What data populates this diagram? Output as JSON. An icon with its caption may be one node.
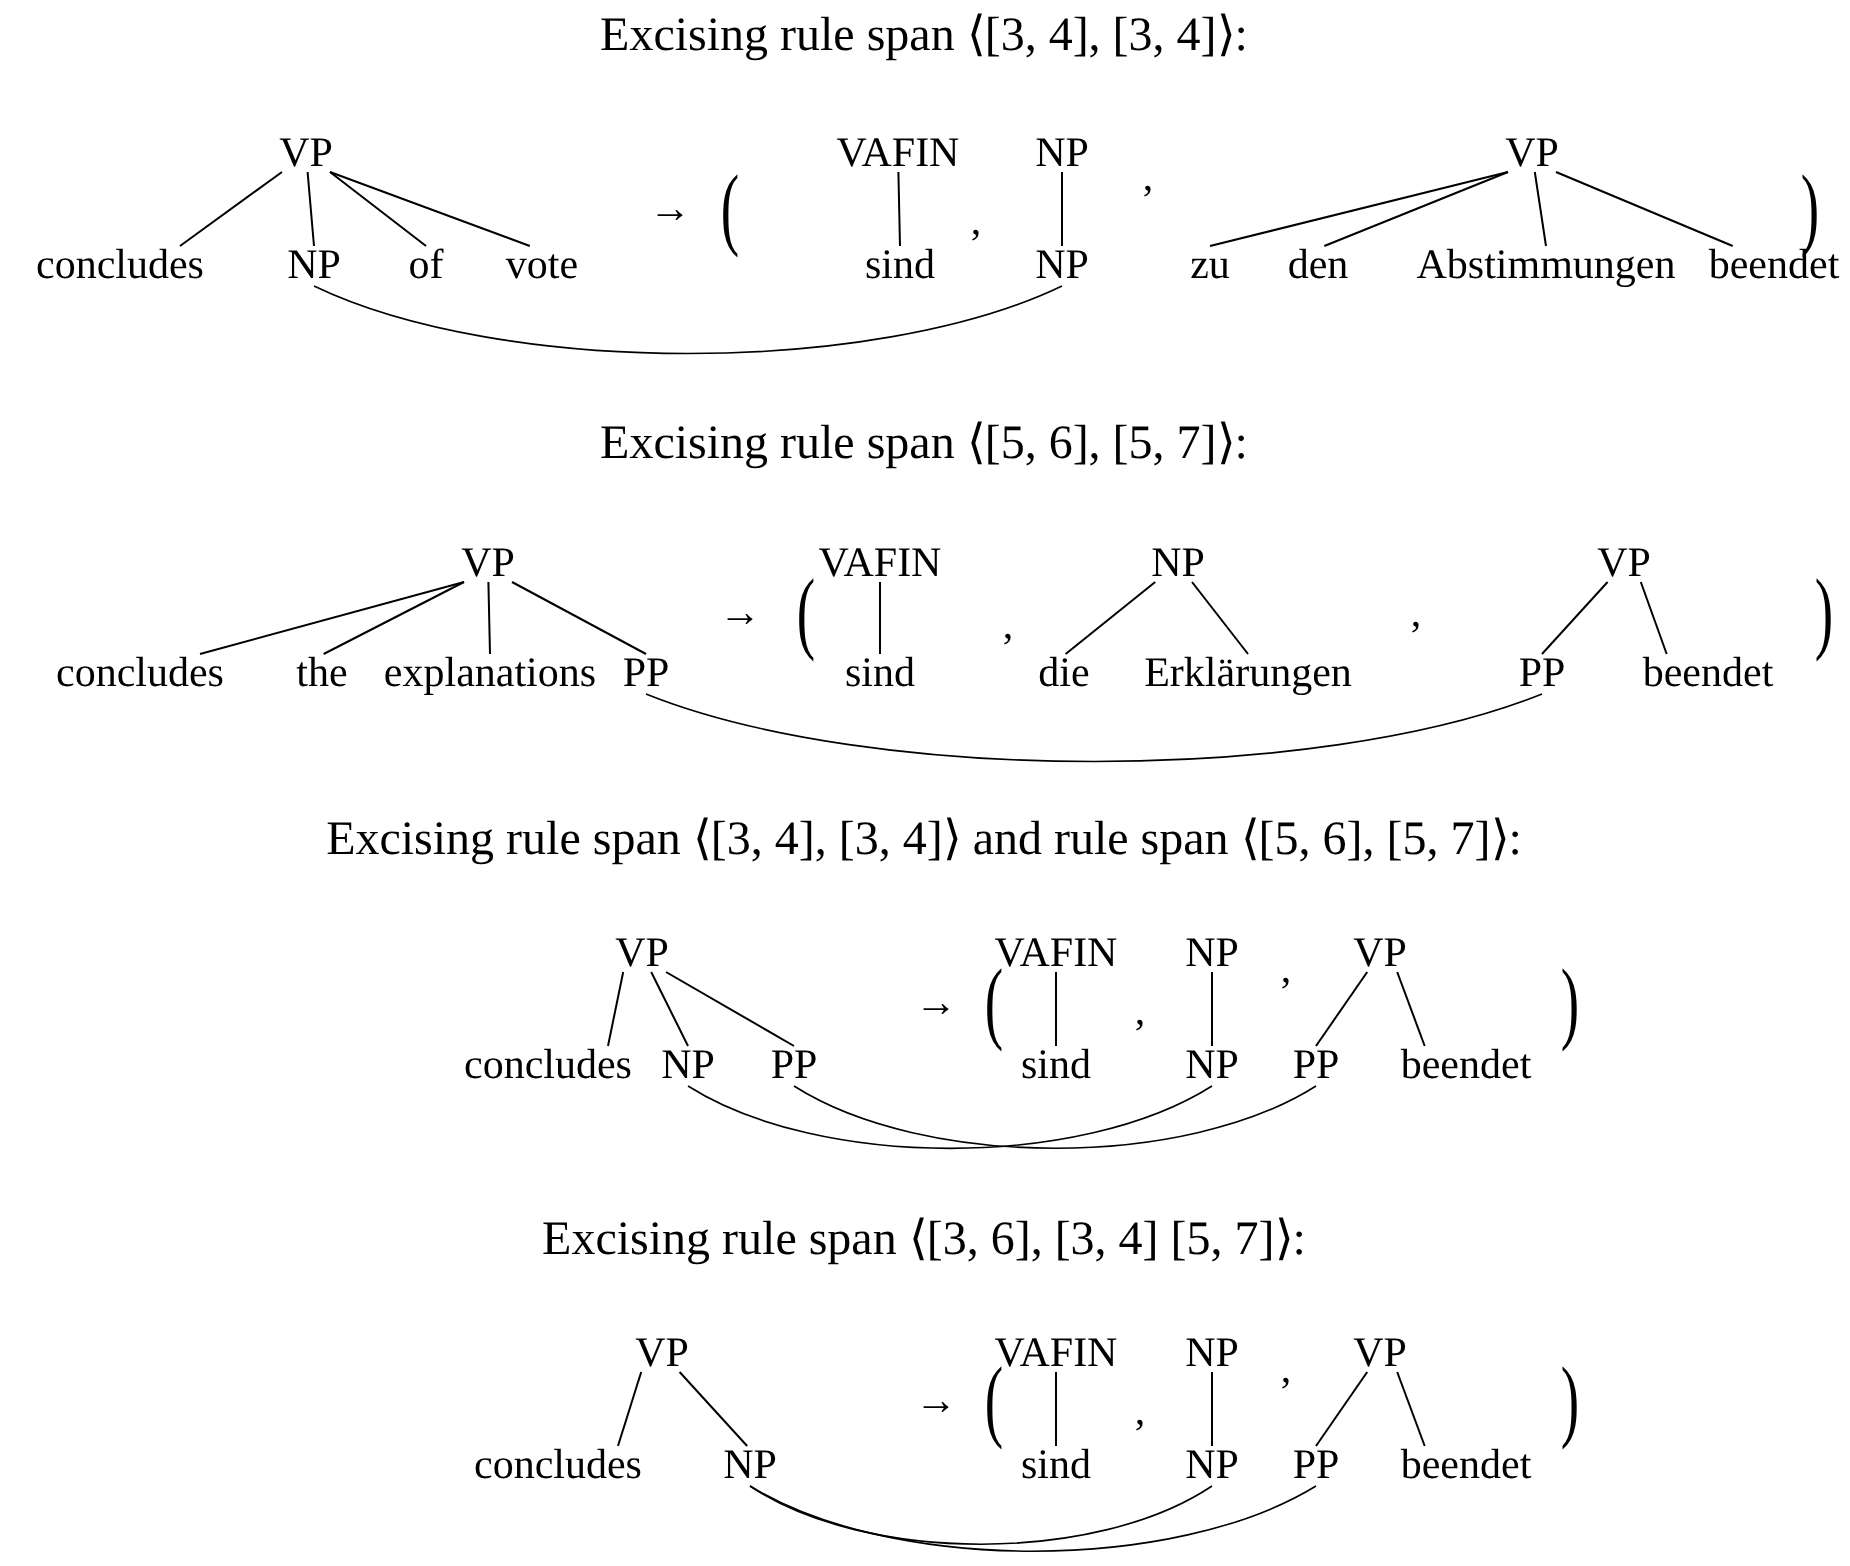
{
  "diagram": {
    "nodes": [
      {
        "text": [
          "VP"
        ]
      },
      {
        "text": [
          "concludes"
        ]
      },
      {
        "text": [
          "NP"
        ]
      },
      {
        "text": [
          "of"
        ]
      },
      {
        "text": [
          "vote"
        ]
      },
      {
        "text": [
          "VAFIN"
        ]
      },
      {
        "text": [
          "sind"
        ]
      },
      {
        "text": [
          "NP"
        ]
      },
      {
        "text": [
          "NP"
        ]
      },
      {
        "text": [
          "VP"
        ]
      },
      {
        "text": [
          "zu"
        ]
      },
      {
        "text": [
          "den"
        ]
      },
      {
        "text": [
          "Abstimmungen"
        ]
      },
      {
        "text": [
          "beendet"
        ]
      },
      {
        "text": [
          "VP"
        ]
      },
      {
        "text": [
          "concludes"
        ]
      },
      {
        "text": [
          "the"
        ]
      },
      {
        "text": [
          "explanations"
        ]
      },
      {
        "text": [
          "PP"
        ]
      },
      {
        "text": [
          "VAFIN"
        ]
      },
      {
        "text": [
          "sind"
        ]
      },
      {
        "text": [
          "NP"
        ]
      },
      {
        "text": [
          "die"
        ]
      },
      {
        "text": [
          "Erklärungen"
        ]
      },
      {
        "text": [
          "VP"
        ]
      },
      {
        "text": [
          "PP"
        ]
      },
      {
        "text": [
          "beendet"
        ]
      },
      {
        "text": [
          "VP"
        ]
      },
      {
        "text": [
          "concludes"
        ]
      },
      {
        "text": [
          "NP"
        ]
      },
      {
        "text": [
          "PP"
        ]
      },
      {
        "text": [
          "VAFIN"
        ]
      },
      {
        "text": [
          "sind"
        ]
      },
      {
        "text": [
          "NP"
        ]
      },
      {
        "text": [
          "NP"
        ]
      },
      {
        "text": [
          "VP"
        ]
      },
      {
        "text": [
          "PP"
        ]
      },
      {
        "text": [
          "beendet"
        ]
      },
      {
        "text": [
          "VP"
        ]
      },
      {
        "text": [
          "concludes"
        ]
      },
      {
        "text": [
          "NP"
        ]
      },
      {
        "text": [
          "VAFIN"
        ]
      },
      {
        "text": [
          "sind"
        ]
      },
      {
        "text": [
          "NP"
        ]
      },
      {
        "text": [
          "NP"
        ]
      },
      {
        "text": [
          "VP"
        ]
      },
      {
        "text": [
          "PP"
        ]
      },
      {
        "text": [
          "beendet"
        ]
      }
    ],
    "edges": [
      {
        "from": 0,
        "to": 1,
        "arrow": "none"
      },
      {
        "from": 0,
        "to": 2,
        "arrow": "none"
      },
      {
        "from": 0,
        "to": 3,
        "arrow": "none"
      },
      {
        "from": 0,
        "to": 4,
        "arrow": "none"
      },
      {
        "from": 5,
        "to": 6,
        "arrow": "none"
      },
      {
        "from": 7,
        "to": 8,
        "arrow": "none"
      },
      {
        "from": 9,
        "to": 10,
        "arrow": "none"
      },
      {
        "from": 9,
        "to": 11,
        "arrow": "none"
      },
      {
        "from": 9,
        "to": 12,
        "arrow": "none"
      },
      {
        "from": 9,
        "to": 13,
        "arrow": "none"
      },
      {
        "from": 2,
        "to": 8,
        "arrow": "none"
      },
      {
        "from": 14,
        "to": 15,
        "arrow": "none"
      },
      {
        "from": 14,
        "to": 16,
        "arrow": "none"
      },
      {
        "from": 14,
        "to": 17,
        "arrow": "none"
      },
      {
        "from": 14,
        "to": 18,
        "arrow": "none"
      },
      {
        "from": 19,
        "to": 20,
        "arrow": "none"
      },
      {
        "from": 21,
        "to": 22,
        "arrow": "none"
      },
      {
        "from": 21,
        "to": 23,
        "arrow": "none"
      },
      {
        "from": 24,
        "to": 25,
        "arrow": "none"
      },
      {
        "from": 24,
        "to": 26,
        "arrow": "none"
      },
      {
        "from": 18,
        "to": 25,
        "arrow": "none"
      },
      {
        "from": 27,
        "to": 28,
        "arrow": "none"
      },
      {
        "from": 27,
        "to": 29,
        "arrow": "none"
      },
      {
        "from": 27,
        "to": 30,
        "arrow": "none"
      },
      {
        "from": 31,
        "to": 32,
        "arrow": "none"
      },
      {
        "from": 33,
        "to": 34,
        "arrow": "none"
      },
      {
        "from": 35,
        "to": 36,
        "arrow": "none"
      },
      {
        "from": 35,
        "to": 37,
        "arrow": "none"
      },
      {
        "from": 29,
        "to": 34,
        "arrow": "none"
      },
      {
        "from": 30,
        "to": 36,
        "arrow": "none"
      },
      {
        "from": 38,
        "to": 39,
        "arrow": "none"
      },
      {
        "from": 38,
        "to": 40,
        "arrow": "none"
      },
      {
        "from": 41,
        "to": 42,
        "arrow": "none"
      },
      {
        "from": 43,
        "to": 44,
        "arrow": "none"
      },
      {
        "from": 45,
        "to": 46,
        "arrow": "none"
      },
      {
        "from": 45,
        "to": 47,
        "arrow": "none"
      },
      {
        "from": 40,
        "to": 44,
        "arrow": "none"
      },
      {
        "from": 40,
        "to": 46,
        "arrow": "none"
      }
    ],
    "labels": [
      "Excising rule span ⟨[3, 4],  [3, 4]⟩:",
      "→",
      "(",
      ",",
      ",",
      ")",
      "Excising rule span ⟨[5, 6],  [5, 7]⟩:",
      "→",
      "(",
      ",",
      ",",
      ")",
      "Excising rule span ⟨[3, 4],  [3, 4]⟩ and rule span ⟨[5, 6],  [5, 7]⟩:",
      "→",
      "(",
      ",",
      ",",
      ")",
      "Excising rule span ⟨[3, 6],  [3, 4] [5, 7]⟩:",
      "→",
      "(",
      ",",
      ",",
      ")"
    ]
  }
}
